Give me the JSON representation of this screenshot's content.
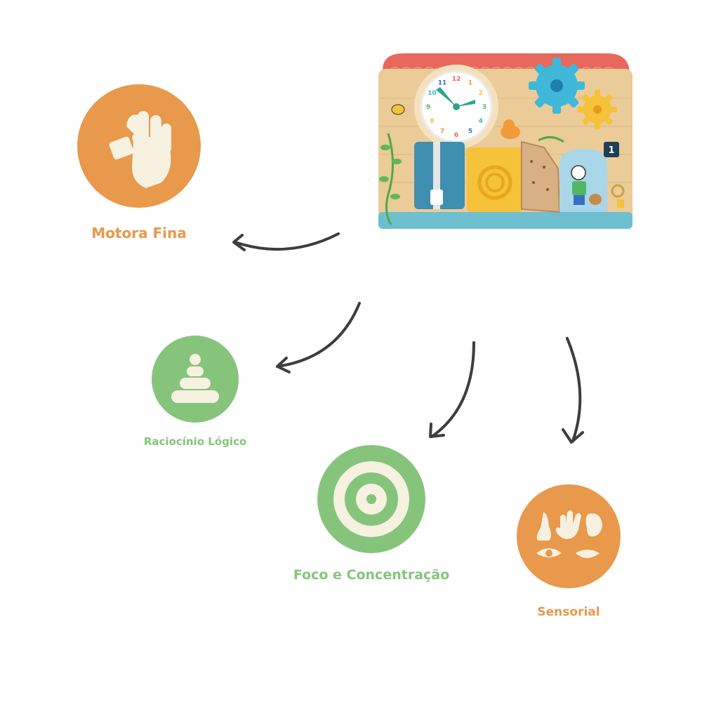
{
  "colors": {
    "orange": "#E8994C",
    "green": "#86C47C",
    "cream": "#F6F1E1",
    "arrow": "#3D3D3D"
  },
  "items": [
    {
      "label": "Motora Fina",
      "icon": "hand-grasp-icon",
      "color": "orange"
    },
    {
      "label": "Raciocínio Lógico",
      "icon": "stacking-rings-icon",
      "color": "green"
    },
    {
      "label": "Foco e Concentração",
      "icon": "target-icon",
      "color": "green"
    },
    {
      "label": "Sensorial",
      "icon": "senses-icon",
      "color": "orange"
    }
  ],
  "board": {
    "icon": "busy-board-image",
    "clock_numbers": [
      "12",
      "1",
      "2",
      "3",
      "4",
      "5",
      "6",
      "7",
      "8",
      "9",
      "10",
      "11"
    ],
    "badge": "1"
  }
}
